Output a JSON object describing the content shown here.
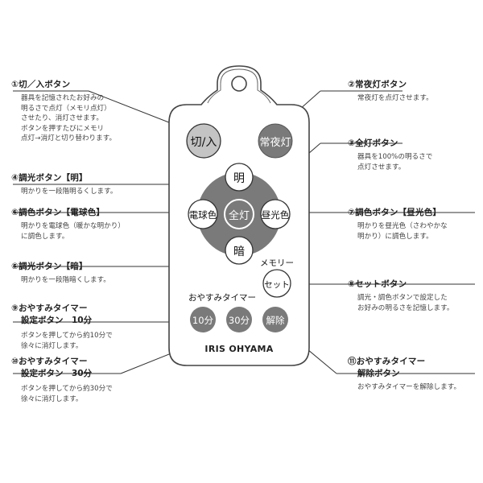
{
  "remote": {
    "buttons": {
      "power": "切/入",
      "night": "常夜灯",
      "bright": "明",
      "dim": "暗",
      "full": "全灯",
      "warm": "電球色",
      "daylight": "昼光色",
      "set": "セット",
      "t10": "10分",
      "t30": "30分",
      "cancel": "解除"
    },
    "memory_label": "メモリー",
    "timer_label": "おやすみタイマー",
    "brand": "IRIS OHYAMA"
  },
  "annotations": {
    "a1": {
      "num": "①",
      "title": "切／入ボタン",
      "desc": "器具を記憶されたお好みの\n明るさで点灯（メモリ点灯）\nさせたり、消灯させます。\nボタンを押すたびにメモリ\n点灯→消灯と切り替わります。"
    },
    "a2": {
      "num": "②",
      "title": "常夜灯ボタン",
      "desc": "常夜灯を点灯させます。"
    },
    "a3": {
      "num": "③",
      "title": "全灯ボタン",
      "desc": "器具を100%の明るさで\n点灯させます。"
    },
    "a4": {
      "num": "④",
      "title": "調光ボタン【明】",
      "desc": "明かりを一段階明るくします。"
    },
    "a5": {
      "num": "⑤",
      "title": "調光ボタン【暗】",
      "desc": "明かりを一段階暗くします。"
    },
    "a6": {
      "num": "⑥",
      "title": "調色ボタン【電球色】",
      "desc": "明かりを電球色（暖かな明かり）\nに調色します。"
    },
    "a7": {
      "num": "⑦",
      "title": "調色ボタン【昼光色】",
      "desc": "明かりを昼光色（さわやかな\n明かり）に調色します。"
    },
    "a8": {
      "num": "⑧",
      "title": "セットボタン",
      "desc": "調光・調色ボタンで設定した\nお好みの明るさを記憶します。"
    },
    "a9": {
      "num": "⑨",
      "title": "おやすみタイマー",
      "title2": "設定ボタン　10分",
      "desc": "ボタンを押してから約10分で\n徐々に消灯します。"
    },
    "a10": {
      "num": "⑩",
      "title": "おやすみタイマー",
      "title2": "設定ボタン　30分",
      "desc": "ボタンを押してから約30分で\n徐々に消灯します。"
    },
    "a11": {
      "num": "⑪",
      "title": "おやすみタイマー",
      "title2": "解除ボタン",
      "desc": "おやすみタイマーを解除します。"
    }
  }
}
